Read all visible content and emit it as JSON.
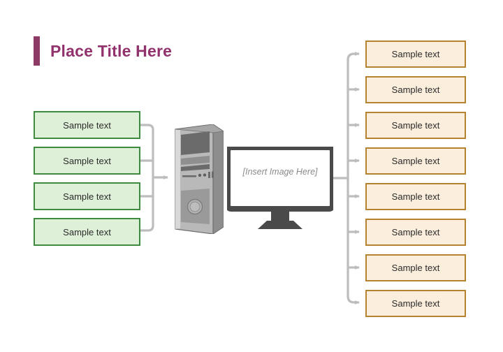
{
  "title": {
    "text": "Place Title Here",
    "accent_color": "#92326d",
    "bar_color": "#8e3a66"
  },
  "inputs": {
    "fill_color": "#dff0d8",
    "border_color": "#3e8a3e",
    "items": [
      {
        "label": "Sample text"
      },
      {
        "label": "Sample text"
      },
      {
        "label": "Sample text"
      },
      {
        "label": "Sample text"
      }
    ]
  },
  "outputs": {
    "fill_color": "#fbeedc",
    "border_color": "#b5822f",
    "items": [
      {
        "label": "Sample text"
      },
      {
        "label": "Sample text"
      },
      {
        "label": "Sample text"
      },
      {
        "label": "Sample text"
      },
      {
        "label": "Sample text"
      },
      {
        "label": "Sample text"
      },
      {
        "label": "Sample text"
      },
      {
        "label": "Sample text"
      }
    ]
  },
  "computer": {
    "tower_icon": "computer-tower-icon",
    "monitor_icon": "computer-monitor-icon",
    "screen_placeholder": "[Insert Image Here]"
  },
  "connectors": {
    "line_color": "#bdbdbd",
    "input_arrow_label": "arrow-to-tower",
    "output_trunk_label": "output-branch-trunk"
  }
}
